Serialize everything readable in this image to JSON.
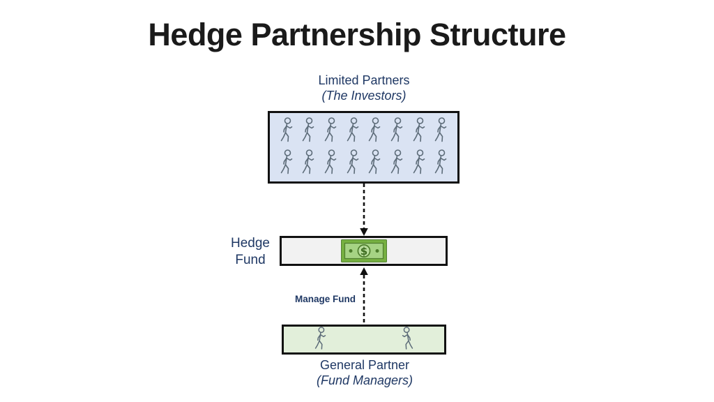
{
  "title": "Hedge Partnership Structure",
  "diagram": {
    "limited_partners": {
      "label": "Limited Partners",
      "sublabel": "(The Investors)",
      "figure_count": 16,
      "rows": 2,
      "figure_icon": "person-icon"
    },
    "hedge_fund": {
      "label": "Hedge Fund",
      "currency_symbol": "$",
      "icon": "dollar-bill-icon"
    },
    "manage_fund_label": "Manage Fund",
    "general_partner": {
      "label": "General Partner",
      "sublabel": "(Fund Managers)",
      "figure_count": 2,
      "figure_icon": "person-icon"
    },
    "flows": [
      {
        "from": "limited-partners",
        "to": "hedge-fund",
        "style": "dashed",
        "direction": "down"
      },
      {
        "from": "general-partner",
        "to": "hedge-fund",
        "style": "dashed",
        "direction": "up",
        "label": "Manage Fund"
      }
    ],
    "colors": {
      "title_text": "#1a1a1a",
      "label_text": "#1f3864",
      "box_border": "#111111",
      "limited_partners_fill": "#dae3f3",
      "hedge_fund_fill": "#f2f2f2",
      "general_partner_fill": "#e2efda",
      "figure_stroke": "#5c6b78",
      "bill_frame": "#76b041",
      "bill_inner": "#a6d384",
      "bill_detail": "#4e7d2d"
    }
  }
}
